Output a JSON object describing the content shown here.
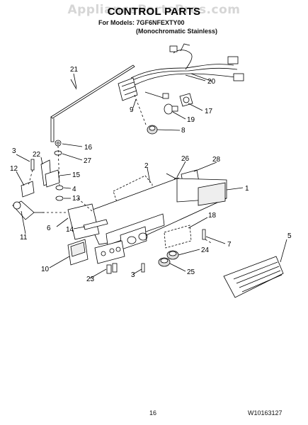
{
  "watermark": "AppliancePartsPros.com",
  "header": {
    "title": "CONTROL PARTS",
    "models_line": "For Models: 7GF6NFEXTY00",
    "color_line": "(Monochromatic Stainless)"
  },
  "callouts": [
    "21",
    "20",
    "9",
    "17",
    "19",
    "8",
    "16",
    "3",
    "22",
    "27",
    "12",
    "15",
    "4",
    "13",
    "2",
    "26",
    "28",
    "1",
    "6",
    "11",
    "14",
    "18",
    "7",
    "5",
    "24",
    "10",
    "23",
    "3",
    "25"
  ],
  "footer": {
    "page_number": "16",
    "doc_number": "W10163127"
  }
}
